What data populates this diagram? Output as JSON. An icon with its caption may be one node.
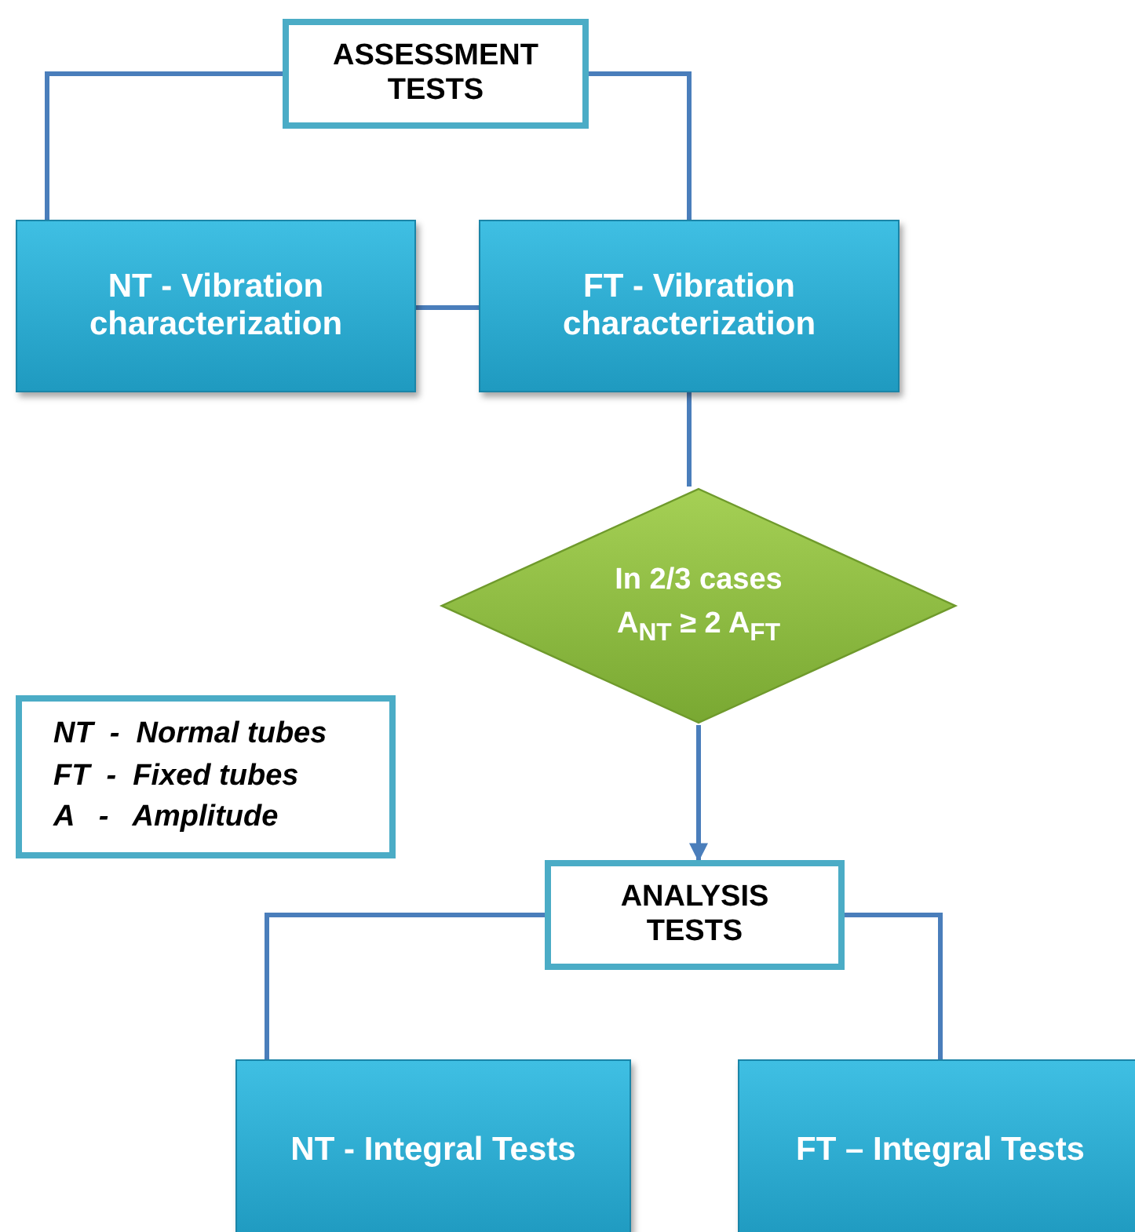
{
  "diagram": {
    "nodes": [
      {
        "text": [
          "ASSESSMENT TESTS"
        ]
      },
      {
        "text": [
          "NT - Vibration characterization"
        ]
      },
      {
        "text": [
          "FT - Vibration characterization"
        ]
      },
      {
        "text": [
          "In 2/3 cases A$_{NT}$  ≥ 2 A$_{FT}$"
        ]
      },
      {
        "text": [
          "NT  -  Normal tubes",
          "FT  -  Fixed tubes",
          "A   -   Amplitude"
        ]
      },
      {
        "text": [
          "ANALYSIS TESTS"
        ]
      },
      {
        "text": [
          "NT - Integral Tests"
        ]
      },
      {
        "text": [
          "FT – Integral Tests"
        ]
      }
    ],
    "edges": [
      {
        "from": 0,
        "to": 1,
        "arrow": "none"
      },
      {
        "from": 0,
        "to": 2,
        "arrow": "none"
      },
      {
        "from": 1,
        "to": 2,
        "arrow": "none"
      },
      {
        "from": 2,
        "to": 3,
        "arrow": "none"
      },
      {
        "from": 3,
        "to": 5,
        "arrow": "to"
      },
      {
        "from": 5,
        "to": 6,
        "arrow": "none"
      },
      {
        "from": 5,
        "to": 7,
        "arrow": "none"
      }
    ]
  }
}
